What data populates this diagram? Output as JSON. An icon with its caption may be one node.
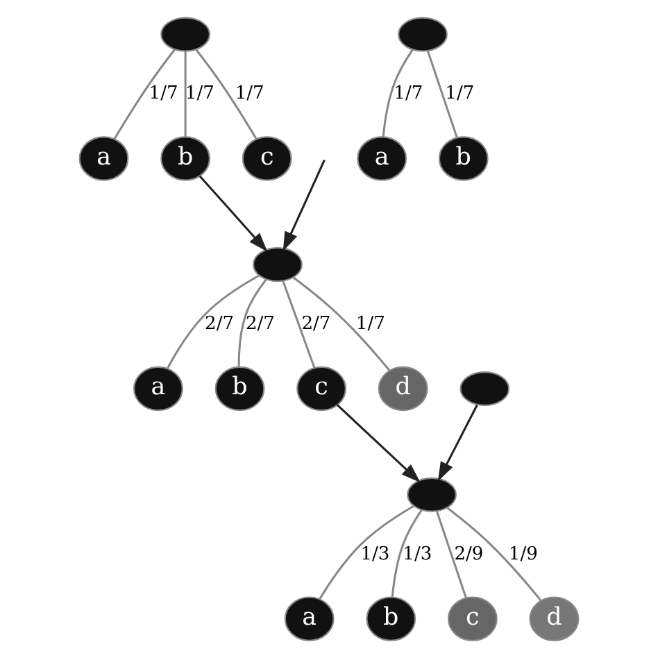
{
  "diagram": {
    "nodes": [
      {
        "text": [],
        "shape": "circle"
      },
      {
        "text": [
          "a"
        ]
      },
      {
        "text": [
          "b"
        ]
      },
      {
        "text": [
          "c"
        ]
      },
      {
        "text": [],
        "shape": "circle"
      },
      {
        "text": [
          "a"
        ]
      },
      {
        "text": [
          "b"
        ]
      },
      {
        "text": [],
        "shape": "circle"
      },
      {
        "text": [],
        "shape": "circle"
      },
      {
        "text": [
          "a"
        ]
      },
      {
        "text": [
          "b"
        ]
      },
      {
        "text": [
          "c"
        ]
      },
      {
        "text": [
          "d"
        ]
      },
      {
        "text": [],
        "shape": "circle"
      },
      {
        "text": [
          "a"
        ]
      },
      {
        "text": [
          "b"
        ]
      },
      {
        "text": [
          "c"
        ]
      },
      {
        "text": [
          "d"
        ]
      }
    ],
    "edges": [
      {
        "from": 0,
        "to": 1,
        "arrow": "none",
        "label": "1/7"
      },
      {
        "from": 0,
        "to": 2,
        "arrow": "none",
        "label": "1/7"
      },
      {
        "from": 0,
        "to": 3,
        "arrow": "none",
        "label": "1/7"
      },
      {
        "from": 4,
        "to": 5,
        "arrow": "none",
        "label": "1/7"
      },
      {
        "from": 4,
        "to": 6,
        "arrow": "none",
        "label": "1/7"
      },
      {
        "from": 2,
        "to": 8,
        "arrow": "to",
        "color": "#222222"
      },
      {
        "from": null,
        "to": 8,
        "arrow": "to",
        "color": "#222222"
      },
      {
        "from": 8,
        "to": 9,
        "arrow": "none",
        "label": "2/7"
      },
      {
        "from": 8,
        "to": 10,
        "arrow": "none",
        "label": "2/7"
      },
      {
        "from": 8,
        "to": 11,
        "arrow": "none",
        "label": "2/7"
      },
      {
        "from": 8,
        "to": 12,
        "arrow": "none",
        "label": "1/7"
      },
      {
        "from": 7,
        "to": 13,
        "arrow": "to",
        "color": "#222222"
      },
      {
        "from": 11,
        "to": 13,
        "arrow": "to",
        "color": "#222222"
      },
      {
        "from": 13,
        "to": 14,
        "arrow": "none",
        "label": "1/3"
      },
      {
        "from": 13,
        "to": 15,
        "arrow": "none",
        "label": "1/3"
      },
      {
        "from": 13,
        "to": 16,
        "arrow": "none",
        "label": "2/9"
      },
      {
        "from": 13,
        "to": 17,
        "arrow": "none",
        "label": "1/9"
      }
    ]
  }
}
